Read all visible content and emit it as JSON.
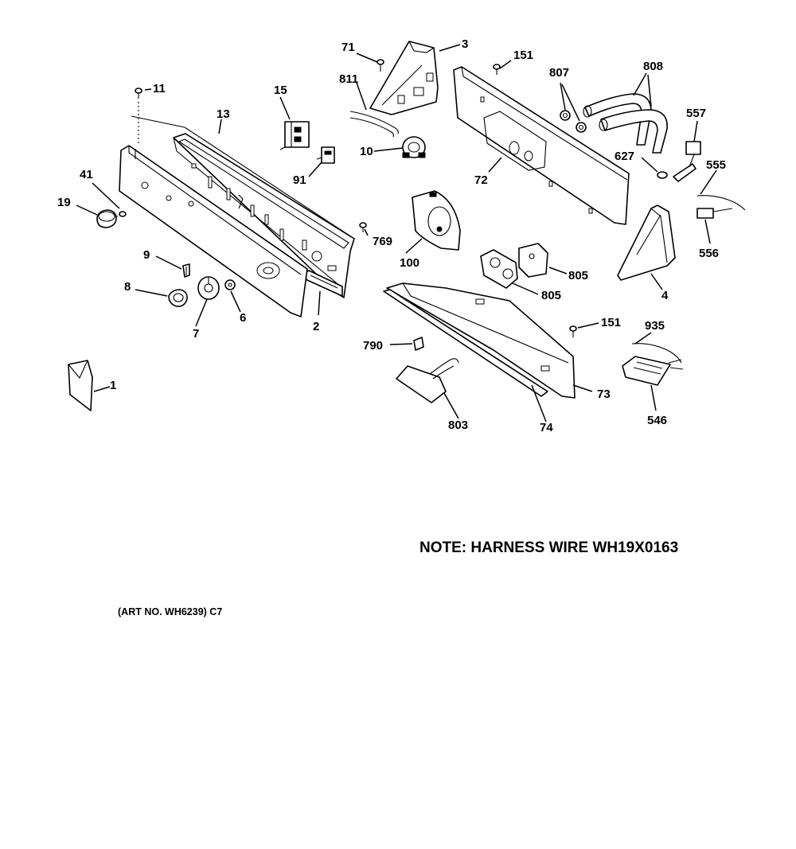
{
  "labels": {
    "l1": "1",
    "l2": "2",
    "l3": "3",
    "l4": "4",
    "l6": "6",
    "l7": "7",
    "l8": "8",
    "l9": "9",
    "l10": "10",
    "l11": "11",
    "l13": "13",
    "l15": "15",
    "l19": "19",
    "l41": "41",
    "l71": "71",
    "l72": "72",
    "l73": "73",
    "l74": "74",
    "l91": "91",
    "l100": "100",
    "l151a": "151",
    "l151b": "151",
    "l546": "546",
    "l555": "555",
    "l556": "556",
    "l557": "557",
    "l627": "627",
    "l769": "769",
    "l790": "790",
    "l803": "803",
    "l805a": "805",
    "l805b": "805",
    "l807": "807",
    "l808": "808",
    "l811": "811",
    "l935": "935"
  },
  "note": "NOTE: HARNESS WIRE WH19X0163",
  "art_number": "(ART NO. WH6239) C7"
}
